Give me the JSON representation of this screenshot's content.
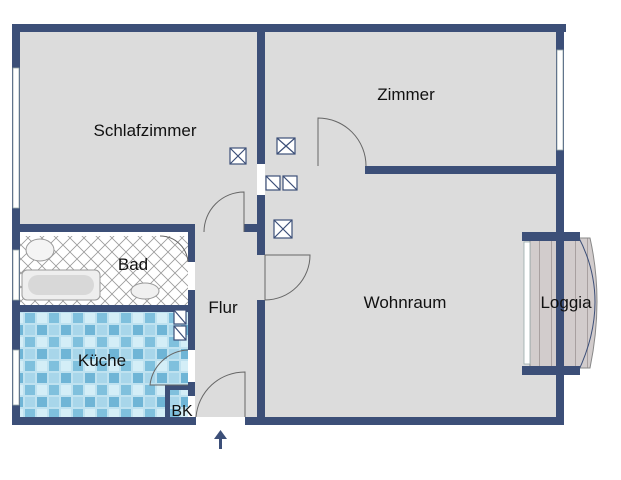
{
  "rooms": {
    "schlafzimmer": "Schlafzimmer",
    "zimmer": "Zimmer",
    "bad": "Bad",
    "flur": "Flur",
    "wohnraum": "Wohnraum",
    "loggia": "Loggia",
    "kueche": "Küche",
    "bk": "BK"
  },
  "colors": {
    "wall": "#3c4f78",
    "floor": "#dcdcdc",
    "kitchen_tile": "#a9d5e8",
    "loggia_deck": "#cfc9c9"
  },
  "icons": [
    "ventilation-shaft-icon",
    "entrance-arrow-icon",
    "toilet-icon",
    "bathtub-icon",
    "sink-icon",
    "door-swing-icon",
    "window-icon"
  ]
}
